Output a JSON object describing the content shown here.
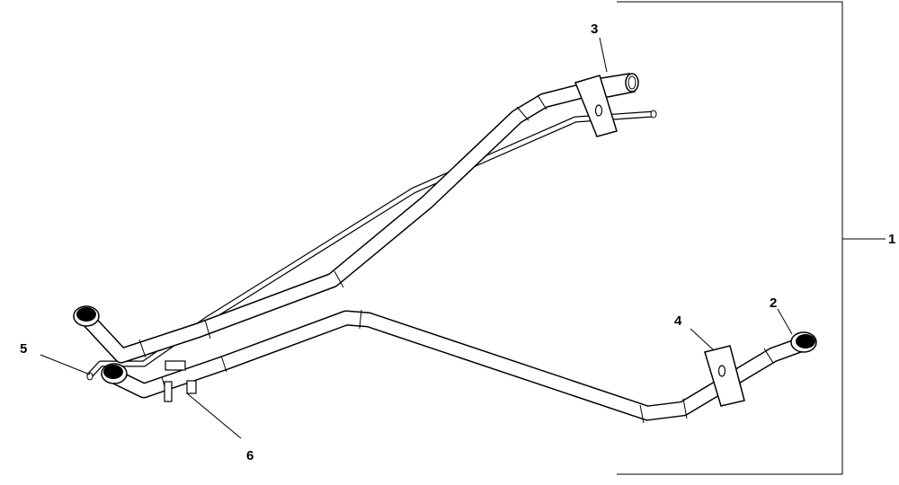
{
  "figure": {
    "callouts": {
      "c1": "1",
      "c2": "2",
      "c3": "3",
      "c4": "4",
      "c5": "5",
      "c6": "6"
    },
    "parts": {
      "assembly": "1",
      "hose-end-right": "2",
      "hose-end-top-clamp": "3",
      "bracket-clamp": "4",
      "small-tube-fitting": "5",
      "lower-bracket": "6"
    }
  }
}
